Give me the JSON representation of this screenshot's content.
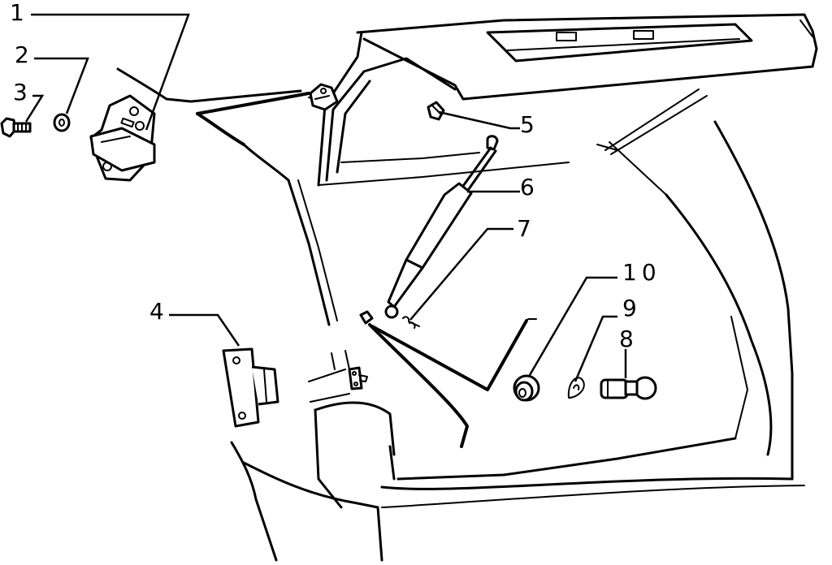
{
  "diagram": {
    "callouts": [
      {
        "number": "1"
      },
      {
        "number": "2"
      },
      {
        "number": "3"
      },
      {
        "number": "4"
      },
      {
        "number": "5"
      },
      {
        "number": "6"
      },
      {
        "number": "7"
      },
      {
        "number": "8"
      },
      {
        "number": "9"
      },
      {
        "number": "10"
      }
    ]
  }
}
